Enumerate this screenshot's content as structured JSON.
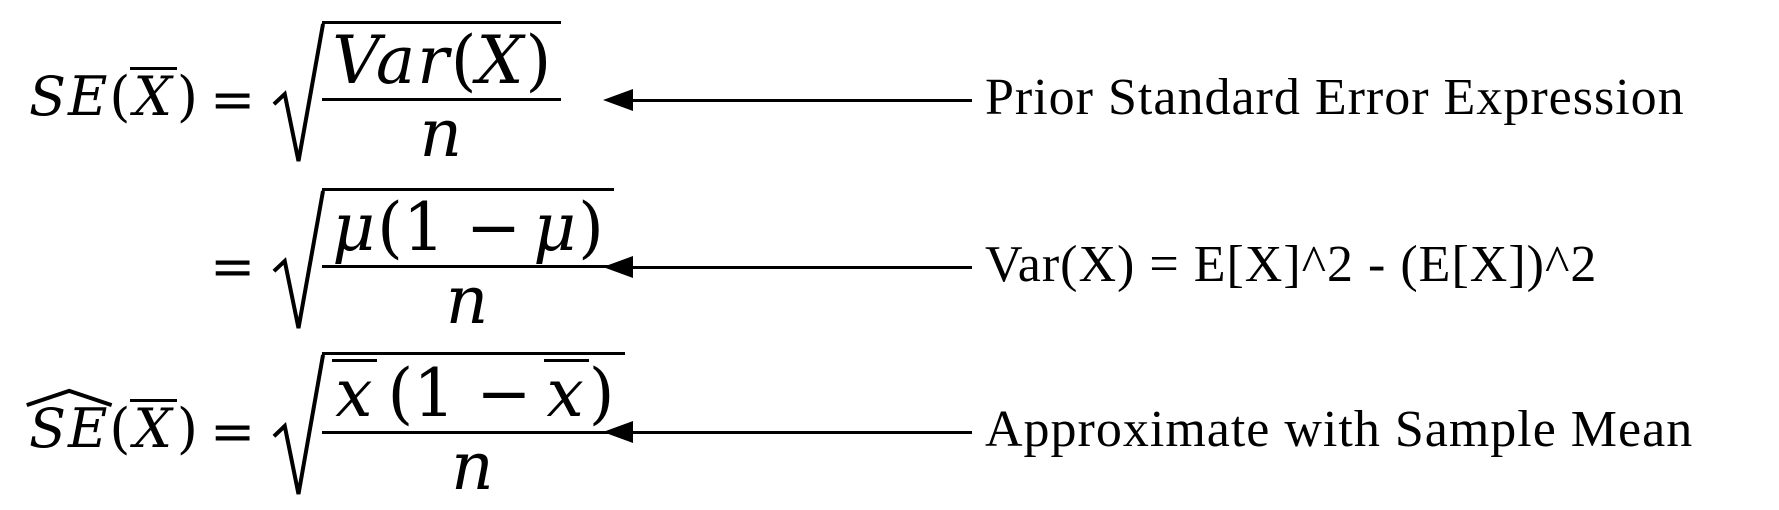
{
  "colors": {
    "ink": "#000000",
    "background": "#ffffff"
  },
  "rows": [
    {
      "lhs": {
        "se": "SE",
        "open": "(",
        "xbar": "X",
        "close": ")"
      },
      "equals": "=",
      "num": {
        "a": "Var",
        "b": "(",
        "c": "X",
        "d": ")"
      },
      "den": "n",
      "annotation": "Prior Standard Error Expression"
    },
    {
      "equals": "=",
      "num": {
        "a": "μ",
        "b": "(1 −",
        "c": "μ",
        "d": ")"
      },
      "den": "n",
      "annotation": "Var(X) = E[X]^2 - (E[X])^2"
    },
    {
      "lhs": {
        "se": "SE",
        "open": "(",
        "xbar": "X",
        "close": ")"
      },
      "equals": "=",
      "num": {
        "a": "x",
        "b": "(1 −",
        "c": "x",
        "d": ")"
      },
      "den": "n",
      "annotation": "Approximate with Sample Mean"
    }
  ]
}
